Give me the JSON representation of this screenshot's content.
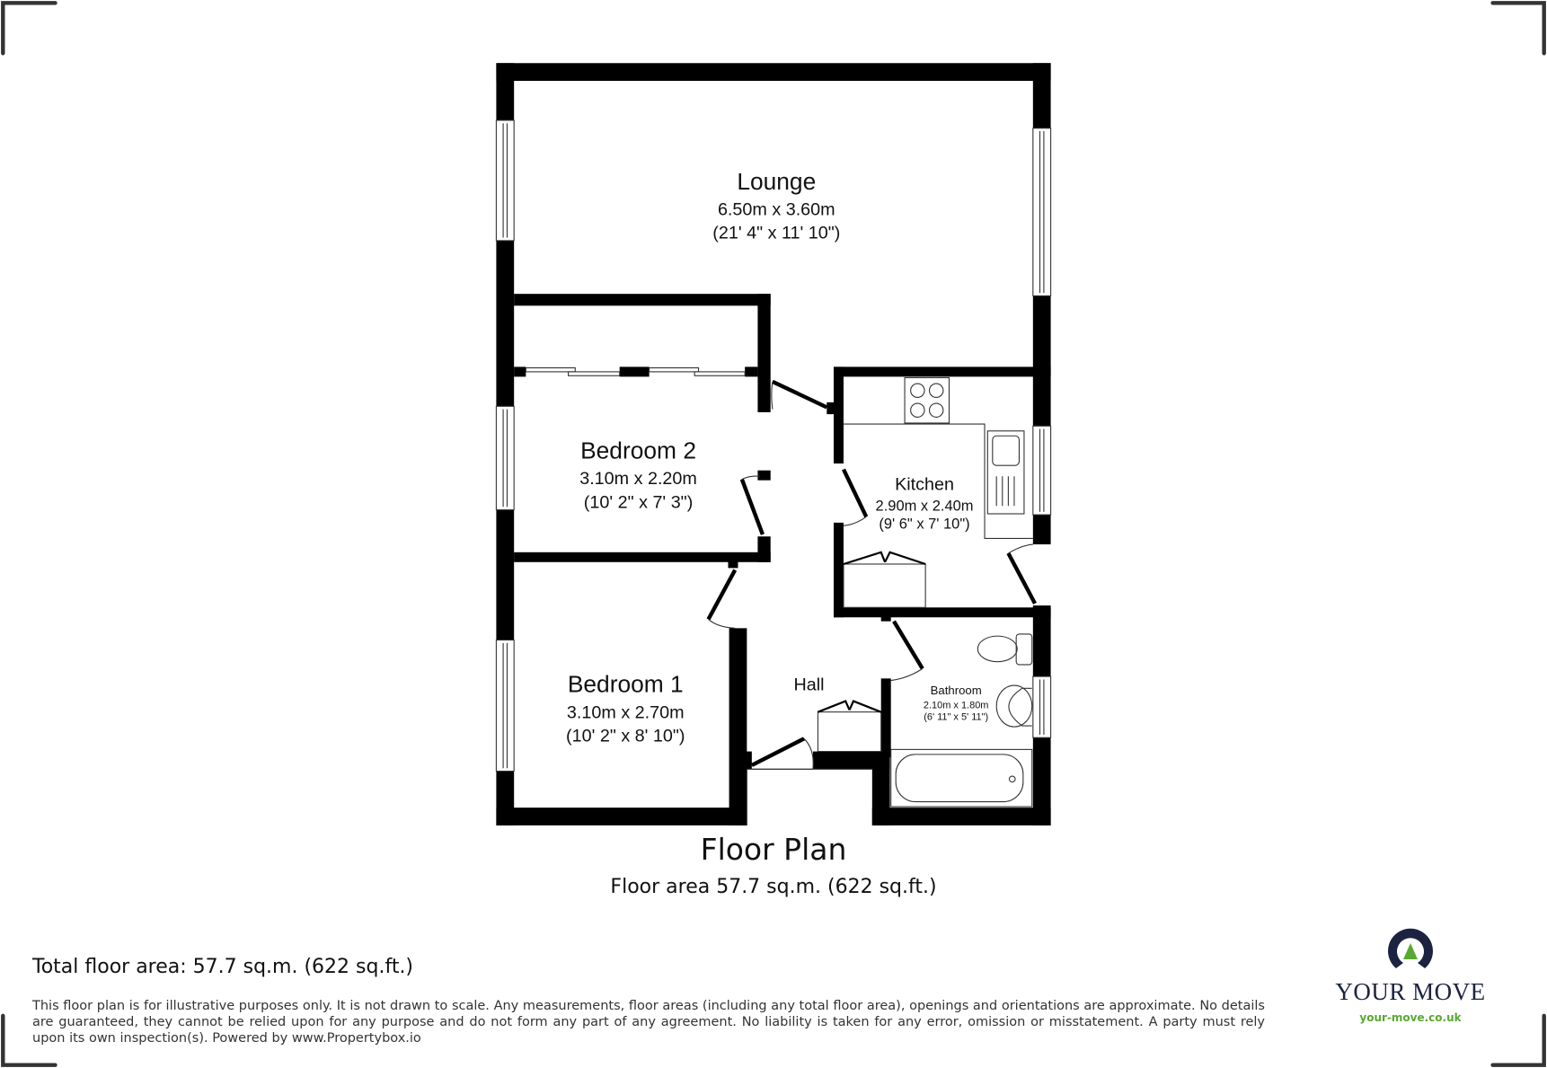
{
  "rooms": {
    "lounge": {
      "name": "Lounge",
      "metric": "6.50m x 3.60m",
      "imperial": "(21' 4\" x 11' 10\")"
    },
    "bedroom2": {
      "name": "Bedroom 2",
      "metric": "3.10m x 2.20m",
      "imperial": "(10' 2\" x 7' 3\")"
    },
    "kitchen": {
      "name": "Kitchen",
      "metric": "2.90m x 2.40m",
      "imperial": "(9' 6\" x 7' 10\")"
    },
    "bedroom1": {
      "name": "Bedroom 1",
      "metric": "3.10m x 2.70m",
      "imperial": "(10' 2\" x 8' 10\")"
    },
    "hall": {
      "name": "Hall"
    },
    "bathroom": {
      "name": "Bathroom",
      "metric": "2.10m x 1.80m",
      "imperial": "(6' 11\" x 5' 11\")"
    }
  },
  "plan": {
    "title": "Floor Plan",
    "area": "Floor area 57.7 sq.m. (622 sq.ft.)"
  },
  "footer": {
    "total_area": "Total floor area: 57.7 sq.m. (622 sq.ft.)",
    "disclaimer": "This floor plan is for illustrative purposes only. It is not drawn to scale. Any measurements, floor areas (including any total floor area), openings and orientations are approximate. No details are guaranteed, they cannot be relied upon for any purpose and do not form any part of any agreement. No liability is taken for any error, omission or misstatement. A party must rely upon its own inspection(s). Powered by www.Propertybox.io"
  },
  "brand": {
    "name": "YOUR MOVE",
    "url": "your-move.co.uk",
    "primary_color": "#1c2340",
    "accent_color": "#5aa832"
  }
}
